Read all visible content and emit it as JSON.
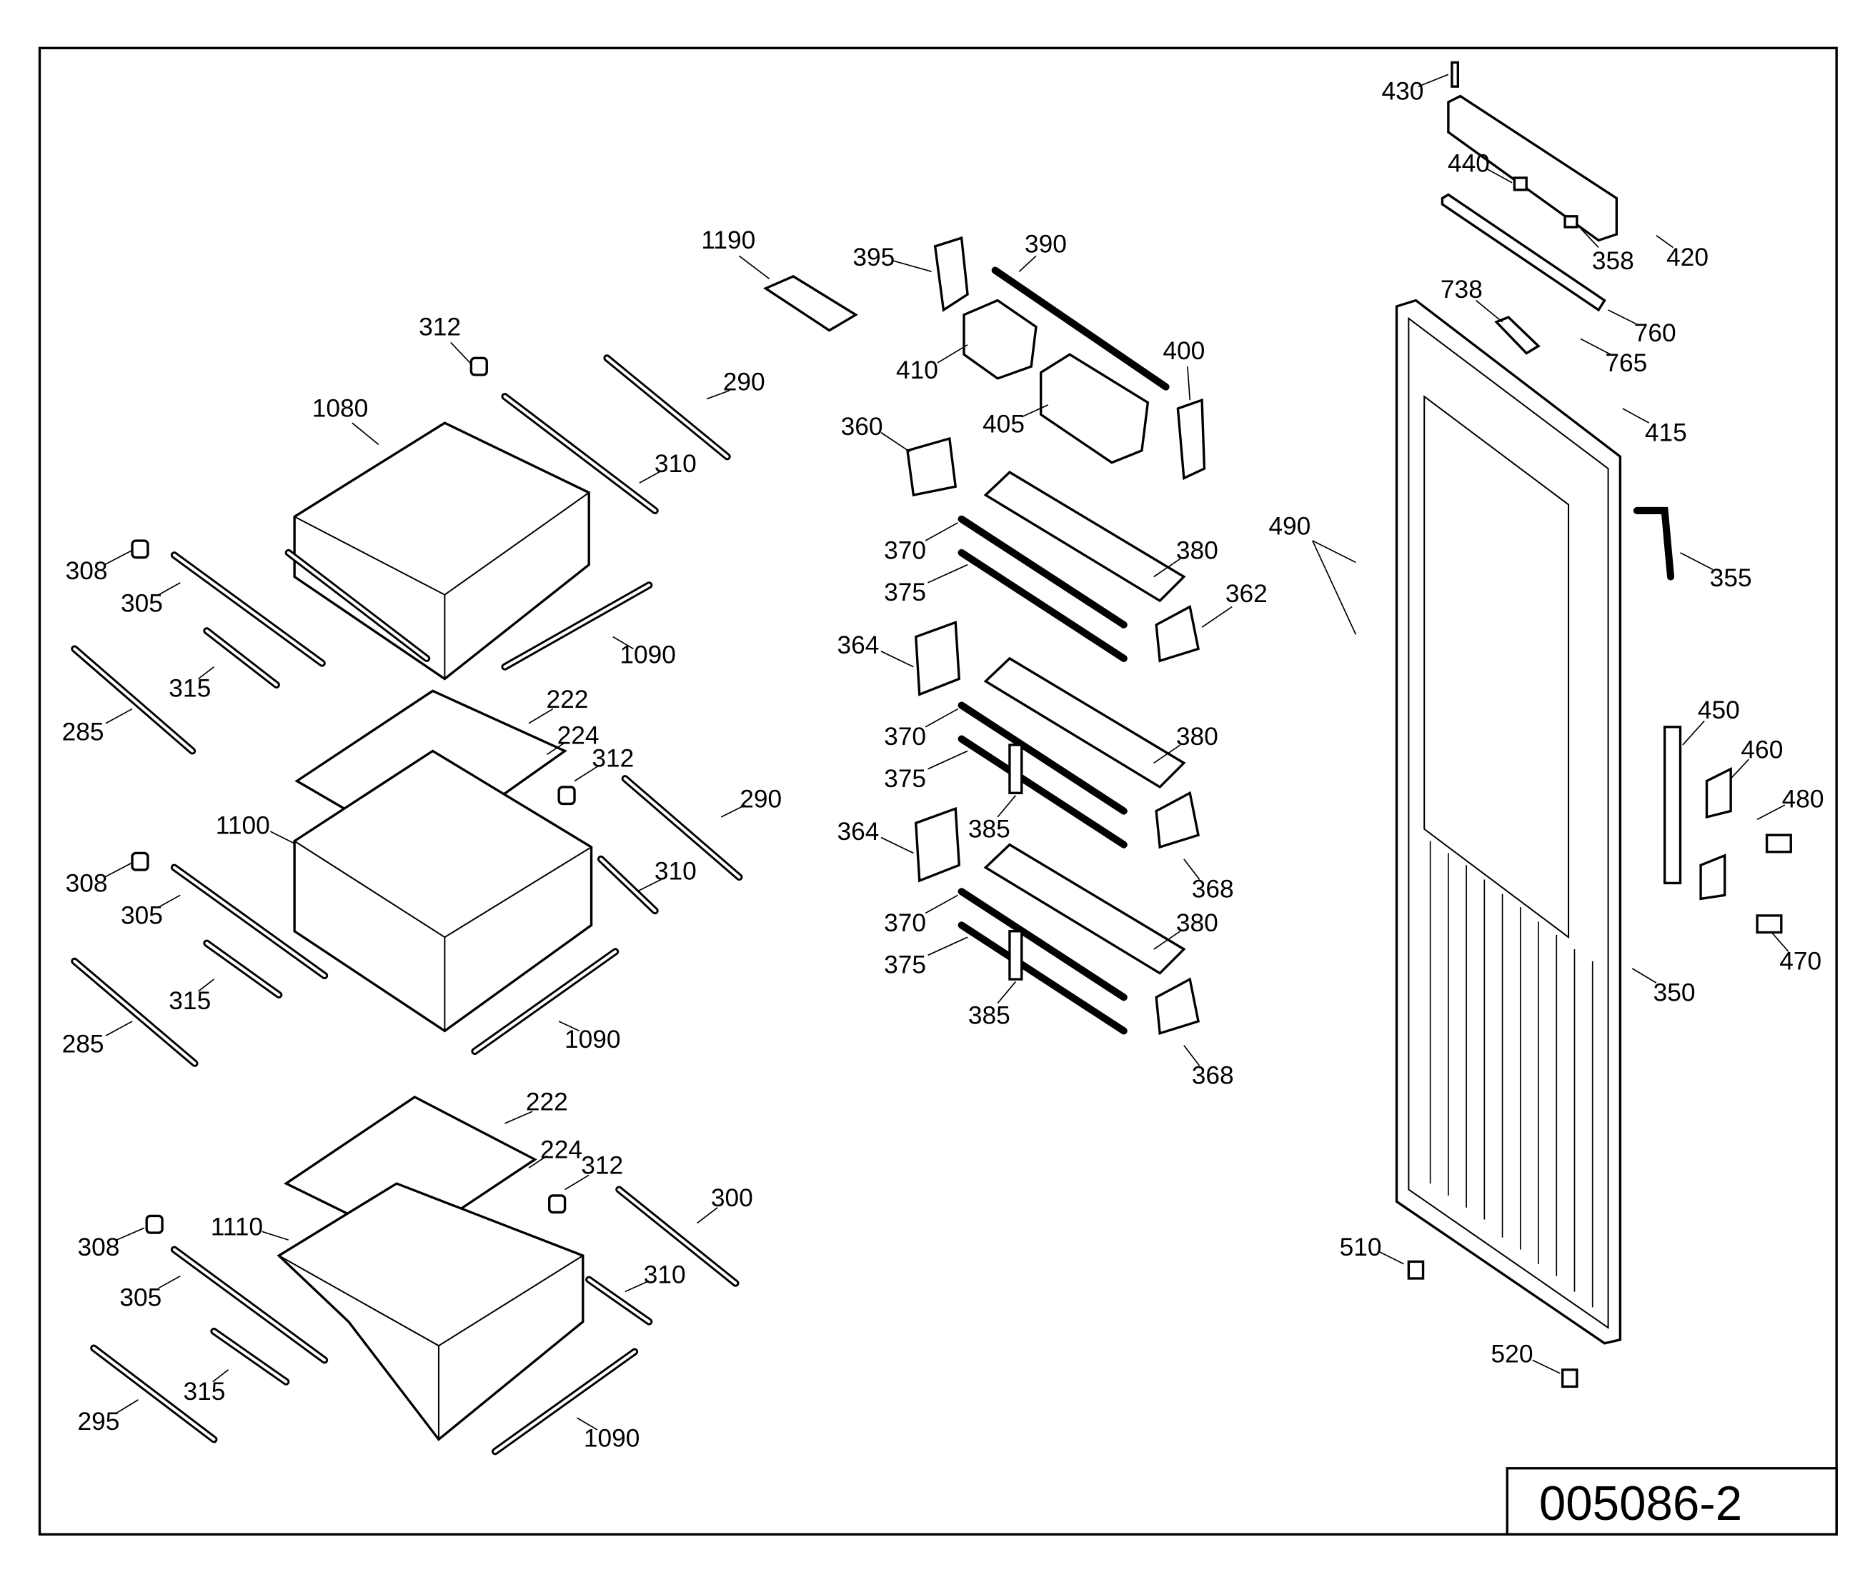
{
  "drawing_number": "005086-2",
  "labels": [
    "430",
    "440",
    "420",
    "358",
    "738",
    "760",
    "765",
    "415",
    "355",
    "490",
    "350",
    "450",
    "460",
    "480",
    "470",
    "510",
    "520",
    "1190",
    "395",
    "390",
    "410",
    "405",
    "400",
    "360",
    "370",
    "375",
    "380",
    "362",
    "364",
    "370",
    "375",
    "380",
    "385",
    "364",
    "368",
    "370",
    "375",
    "380",
    "385",
    "368",
    "312",
    "290",
    "1080",
    "310",
    "308",
    "305",
    "1090",
    "315",
    "285",
    "222",
    "224",
    "312",
    "290",
    "1100",
    "310",
    "308",
    "305",
    "315",
    "1090",
    "285",
    "222",
    "224",
    "312",
    "300",
    "1110",
    "308",
    "305",
    "310",
    "315",
    "295",
    "1090"
  ]
}
